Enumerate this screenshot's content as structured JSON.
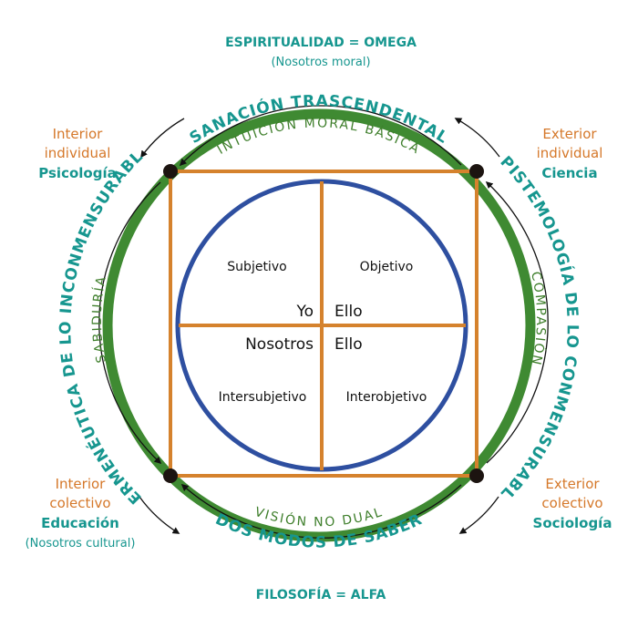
{
  "colors": {
    "teal": "#16968f",
    "orange": "#d5782a",
    "green_ring": "#3f8a32",
    "blue_circle": "#2e4fa0",
    "square": "#d5822d",
    "dot": "#1c1410",
    "arrow": "#111111"
  },
  "top": {
    "title": "ESPIRITUALIDAD = OMEGA",
    "subtitle": "(Nosotros moral)"
  },
  "bottom": {
    "title": "FILOSOFÍA = ALFA"
  },
  "corners": {
    "top_left": {
      "line1": "Interior",
      "line2": "individual",
      "discipline": "Psicología"
    },
    "top_right": {
      "line1": "Exterior",
      "line2": "individual",
      "discipline": "Ciencia"
    },
    "bottom_left": {
      "line1": "Interior",
      "line2": "colectivo",
      "discipline": "Educación",
      "note": "(Nosotros cultural)"
    },
    "bottom_right": {
      "line1": "Exterior",
      "line2": "colectivo",
      "discipline": "Sociología"
    }
  },
  "outer_ring": {
    "top": "SANACIÓN TRASCENDENTAL",
    "right": "EPISTEMOLOGÍA DE LO CONMENSURABLE",
    "bottom": "DOS MODOS DE SABER",
    "left": "HERMENÉUTICA DE LO INCONMENSURABLE"
  },
  "inner_ring": {
    "top": "INTUICIÓN MORAL BÁSICA",
    "right": "COMPASIÓN",
    "bottom": "VISIÓN NO DUAL",
    "left": "SABIDURÍA"
  },
  "quadrants": {
    "top_left": {
      "label": "Subjetivo",
      "pronoun": "Yo"
    },
    "top_right": {
      "label": "Objetivo",
      "pronoun": "Ello"
    },
    "bottom_left": {
      "label": "Intersubjetivo",
      "pronoun": "Nosotros"
    },
    "bottom_right": {
      "label": "Interobjetivo",
      "pronoun": "Ello"
    }
  }
}
